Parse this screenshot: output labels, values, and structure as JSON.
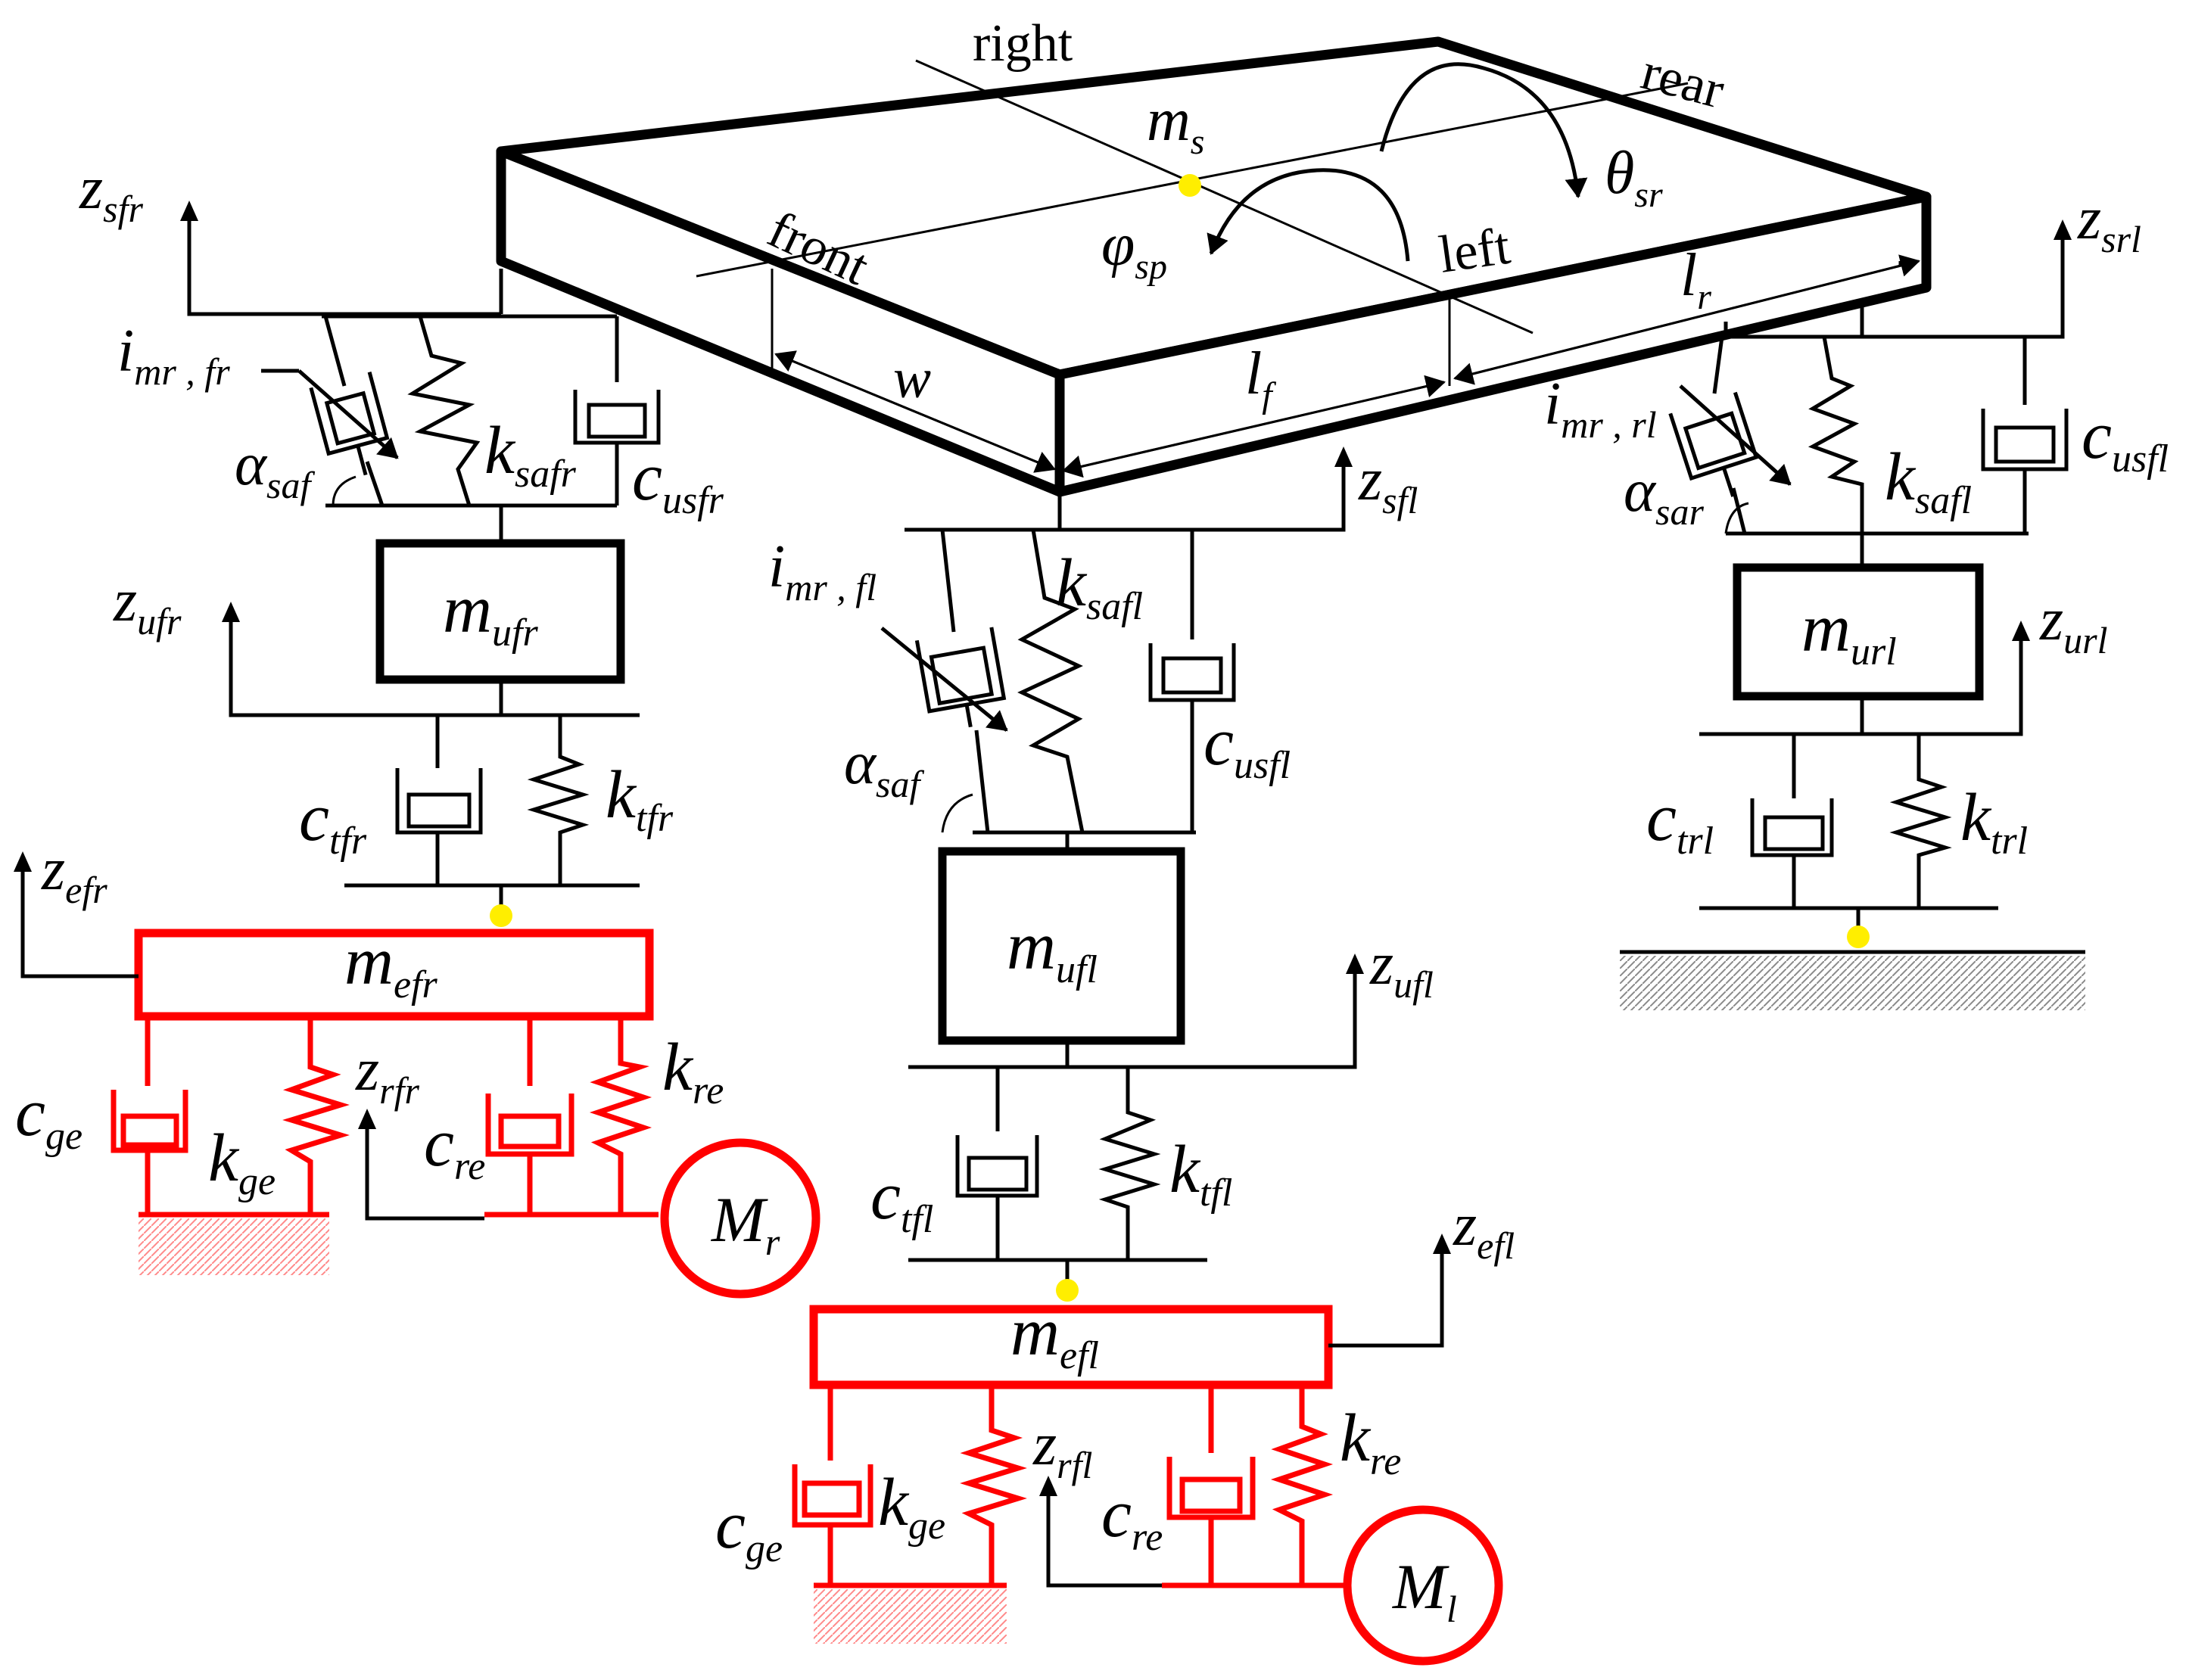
{
  "colors": {
    "ink": "#000000",
    "road_element": "#ff0000",
    "contact_point": "#ffee00"
  },
  "directions": {
    "right": "right",
    "rear": "rear",
    "front": "front",
    "left": "left"
  },
  "body": {
    "mass": "m",
    "mass_sub": "s",
    "pitch": "θ",
    "pitch_sub": "sr",
    "roll": "φ",
    "roll_sub": "sp"
  },
  "geometry": {
    "w": "w",
    "lf": "l",
    "lf_sub": "f",
    "lr": "l",
    "lr_sub": "r"
  },
  "front_right": {
    "z_sfr": "z",
    "z_sfr_sub": "sfr",
    "i_mr": "i",
    "i_mr_sub": "mr , fr",
    "alpha": "α",
    "alpha_sub": "saf",
    "k_s": "k",
    "k_s_sub": "safr",
    "c_us": "c",
    "c_us_sub": "usfr",
    "z_u": "z",
    "z_u_sub": "ufr",
    "m_u": "m",
    "m_u_sub": "ufr",
    "c_t": "c",
    "c_t_sub": "tfr",
    "k_t": "k",
    "k_t_sub": "tfr",
    "z_e": "z",
    "z_e_sub": "efr",
    "m_e": "m",
    "m_e_sub": "efr",
    "c_ge": "c",
    "c_ge_sub": "ge",
    "k_ge": "k",
    "k_ge_sub": "ge",
    "z_r": "z",
    "z_r_sub": "rfr",
    "c_re": "c",
    "c_re_sub": "re",
    "k_re": "k",
    "k_re_sub": "re",
    "motor": "M",
    "motor_sub": "r"
  },
  "front_left": {
    "z_sfl": "z",
    "z_sfl_sub": "sfl",
    "i_mr": "i",
    "i_mr_sub": "mr , fl",
    "k_s": "k",
    "k_s_sub": "safl",
    "c_us": "c",
    "c_us_sub": "usfl",
    "alpha": "α",
    "alpha_sub": "saf",
    "m_u": "m",
    "m_u_sub": "ufl",
    "z_u": "z",
    "z_u_sub": "ufl",
    "c_t": "c",
    "c_t_sub": "tfl",
    "k_t": "k",
    "k_t_sub": "tfl",
    "z_e": "z",
    "z_e_sub": "efl",
    "m_e": "m",
    "m_e_sub": "efl",
    "c_ge": "c",
    "c_ge_sub": "ge",
    "k_ge": "k",
    "k_ge_sub": "ge",
    "z_r": "z",
    "z_r_sub": "rfl",
    "c_re": "c",
    "c_re_sub": "re",
    "k_re": "k",
    "k_re_sub": "re",
    "motor": "M",
    "motor_sub": "l"
  },
  "rear_left": {
    "z_srl": "z",
    "z_srl_sub": "srl",
    "i_mr": "i",
    "i_mr_sub": "mr , rl",
    "alpha": "α",
    "alpha_sub": "sar",
    "k_s": "k",
    "k_s_sub": "safl",
    "c_us": "c",
    "c_us_sub": "usfl",
    "m_u": "m",
    "m_u_sub": "url",
    "z_u": "z",
    "z_u_sub": "url",
    "c_t": "c",
    "c_t_sub": "trl",
    "k_t": "k",
    "k_t_sub": "trl"
  }
}
